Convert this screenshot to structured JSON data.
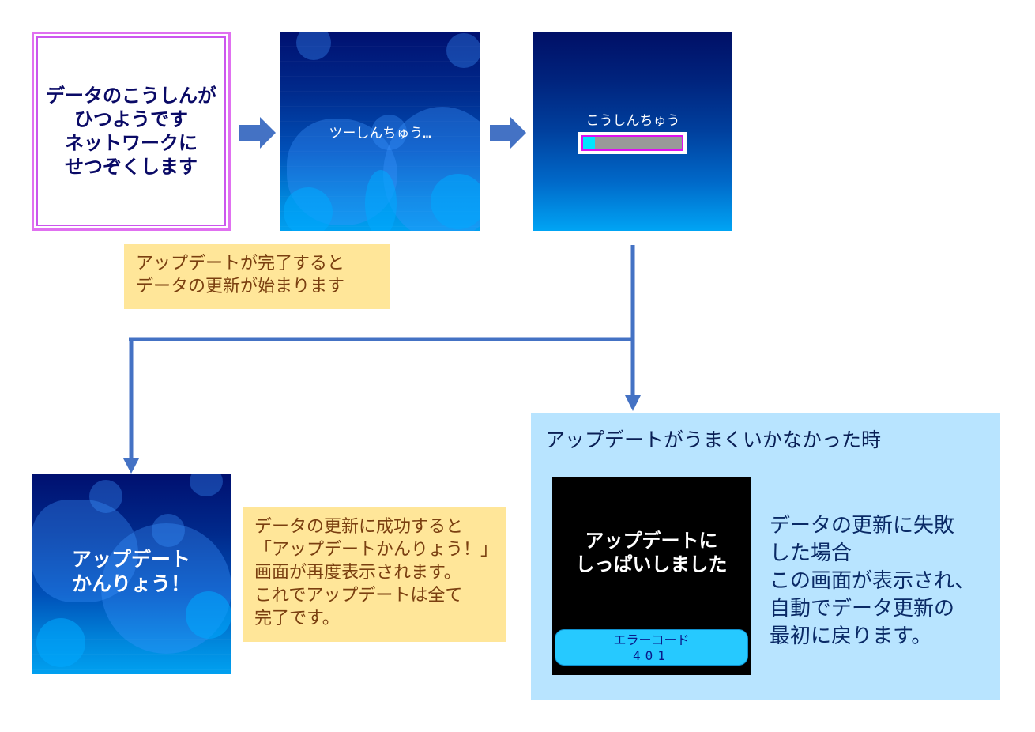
{
  "flow": {
    "step1": {
      "screen_text": [
        "データのこうしんが",
        "ひつようです",
        "ネットワークに",
        "せつぞくします"
      ],
      "border_color": "#cc55ee",
      "text_color": "#0a0a66"
    },
    "arrow1": {
      "icon": "arrow-right-icon",
      "color": "#4472c4"
    },
    "step2": {
      "screen_text": "ツーしんちゅう…"
    },
    "arrow2": {
      "icon": "arrow-right-icon",
      "color": "#4472c4"
    },
    "step3": {
      "screen_text": "こうしんちゅう",
      "progress": {
        "value_percent": 12,
        "fill_color": "#00e5ff",
        "track_color": "#999999",
        "border_color": "#dd11ee"
      }
    }
  },
  "notes": {
    "update_start": [
      "アップデートが完了すると",
      "データの更新が始まります"
    ],
    "success": [
      "データの更新に成功すると",
      "「アップデートかんりょう！」",
      "画面が再度表示されます。",
      "これでアップデートは全て",
      "完了です。"
    ],
    "background_color": "#ffe699",
    "text_color": "#7a3f10"
  },
  "success_screen": {
    "screen_text": [
      "アップデート",
      "かんりょう！"
    ]
  },
  "failure": {
    "title": "アップデートがうまくいかなかった時",
    "panel_color": "#b8e4ff",
    "screen_text": [
      "アップデートに",
      "しっぱいしました"
    ],
    "error_label": "エラーコード",
    "error_code": "401",
    "description": [
      "データの更新に失敗",
      "した場合",
      "この画面が表示され、",
      "自動でデータ更新の",
      "最初に戻ります。"
    ]
  },
  "connector_color": "#4472c4"
}
